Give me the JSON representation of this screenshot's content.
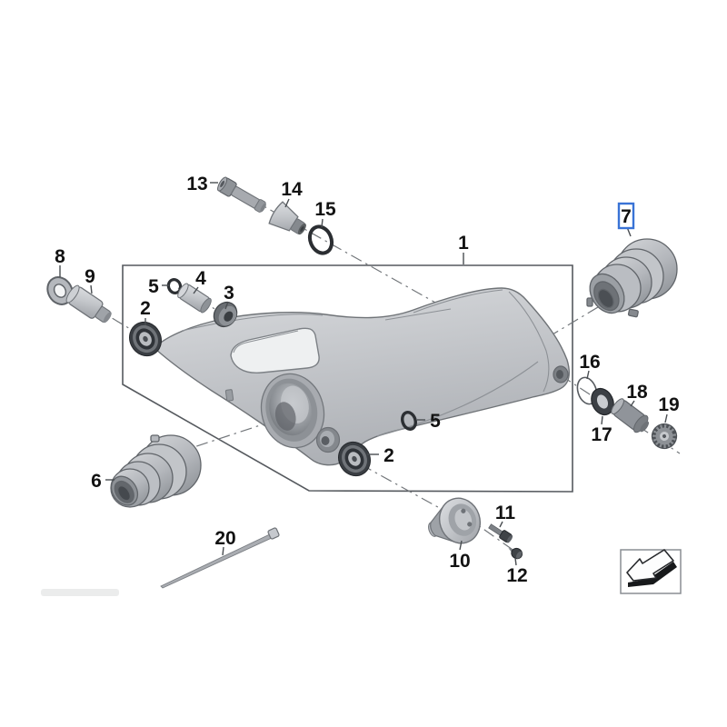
{
  "diagram": {
    "type": "exploded-parts-diagram",
    "highlighted_callout": "7",
    "highlight_color": "#3973d6",
    "legend_icon": "direction-of-travel-arrow",
    "callouts": [
      {
        "label": "1"
      },
      {
        "label": "2"
      },
      {
        "label": "2"
      },
      {
        "label": "3"
      },
      {
        "label": "4"
      },
      {
        "label": "5"
      },
      {
        "label": "5"
      },
      {
        "label": "6"
      },
      {
        "label": "7"
      },
      {
        "label": "8"
      },
      {
        "label": "9"
      },
      {
        "label": "10"
      },
      {
        "label": "11"
      },
      {
        "label": "12"
      },
      {
        "label": "13"
      },
      {
        "label": "14"
      },
      {
        "label": "15"
      },
      {
        "label": "16"
      },
      {
        "label": "17"
      },
      {
        "label": "18"
      },
      {
        "label": "19"
      },
      {
        "label": "20"
      }
    ]
  }
}
